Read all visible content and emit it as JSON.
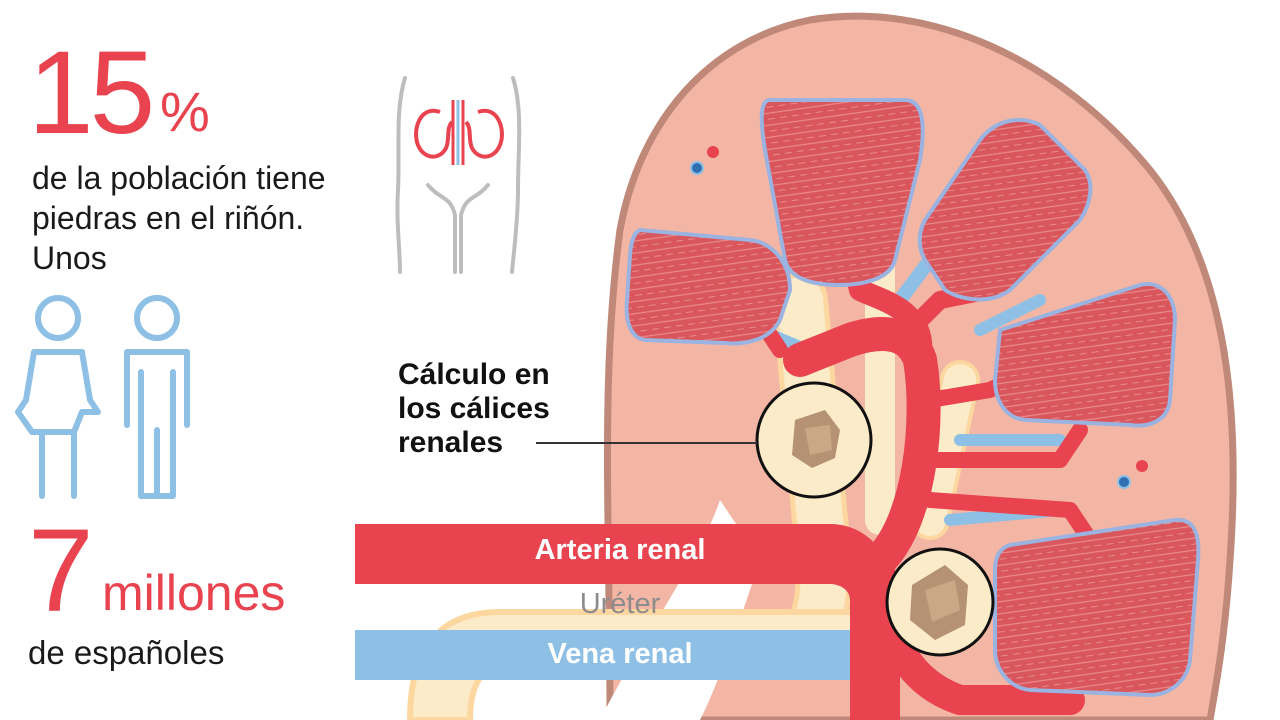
{
  "stat_percent": {
    "number": "15",
    "symbol": "%",
    "text": "de la población tiene piedras en el riñón. Unos"
  },
  "stat_people": {
    "number": "7",
    "unit": "millones",
    "text": "de españoles"
  },
  "callout": {
    "label": "Cálculo en los cálices renales"
  },
  "vessels": {
    "artery": "Arteria renal",
    "ureter": "Uréter",
    "vein": "Vena renal"
  },
  "colors": {
    "accent_red": "#e8434f",
    "vein_blue": "#8ec0e6",
    "ureter_cream": "#fcebc9",
    "kidney_pink": "#f4b6a4",
    "kidney_outline": "#c08878",
    "pyramid_red": "#d9575c",
    "person_blue": "#8ec0e6"
  },
  "icons": {
    "body": "torso-kidneys-icon",
    "woman": "woman-icon",
    "man": "man-icon",
    "stone": "kidney-stone-icon"
  }
}
